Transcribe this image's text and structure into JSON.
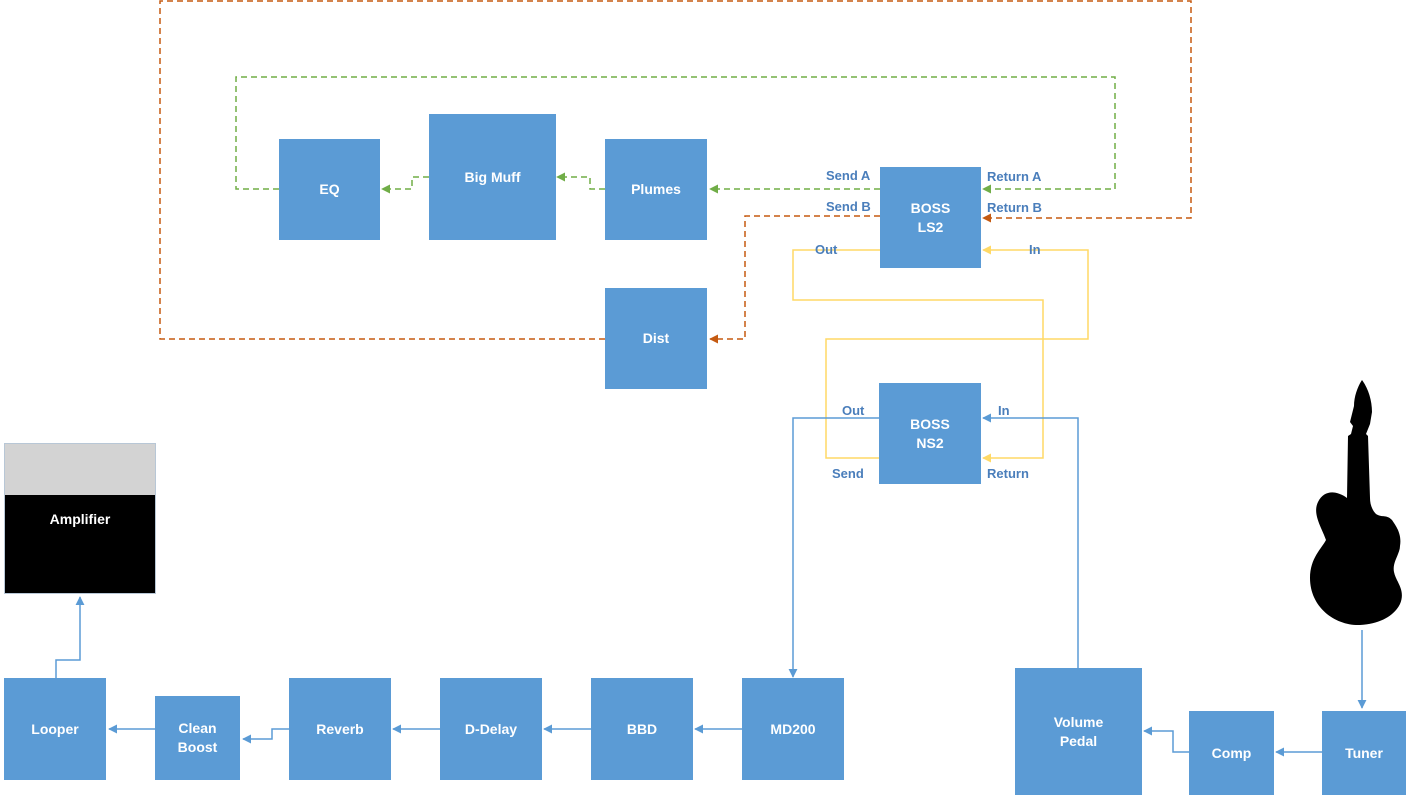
{
  "colors": {
    "pedal_fill": "#5b9bd5",
    "signal_blue": "#5b9bd5",
    "loop_green": "#70ad47",
    "loop_orange": "#c55a11",
    "ns2_loop_yellow": "#ffd966",
    "label_text": "#4a7ebb",
    "amp_head": "#d3d3d3",
    "amp_body": "#000000"
  },
  "pedals": {
    "eq": "EQ",
    "big_muff": "Big Muff",
    "plumes": "Plumes",
    "boss_ls2": "BOSS\nLS2",
    "dist": "Dist",
    "boss_ns2": "BOSS\nNS2",
    "looper": "Looper",
    "clean_boost": "Clean\nBoost",
    "reverb": "Reverb",
    "d_delay": "D-Delay",
    "bbd": "BBD",
    "md200": "MD200",
    "volume_pedal": "Volume\nPedal",
    "comp": "Comp",
    "tuner": "Tuner"
  },
  "amplifier": {
    "label": "Amplifier"
  },
  "guitar": {
    "icon": "electric-guitar-icon"
  },
  "port_labels": {
    "ls2_send_a": "Send A",
    "ls2_send_b": "Send B",
    "ls2_return_a": "Return A",
    "ls2_return_b": "Return B",
    "ls2_out": "Out",
    "ls2_in": "In",
    "ns2_out": "Out",
    "ns2_in": "In",
    "ns2_send": "Send",
    "ns2_return": "Return"
  }
}
